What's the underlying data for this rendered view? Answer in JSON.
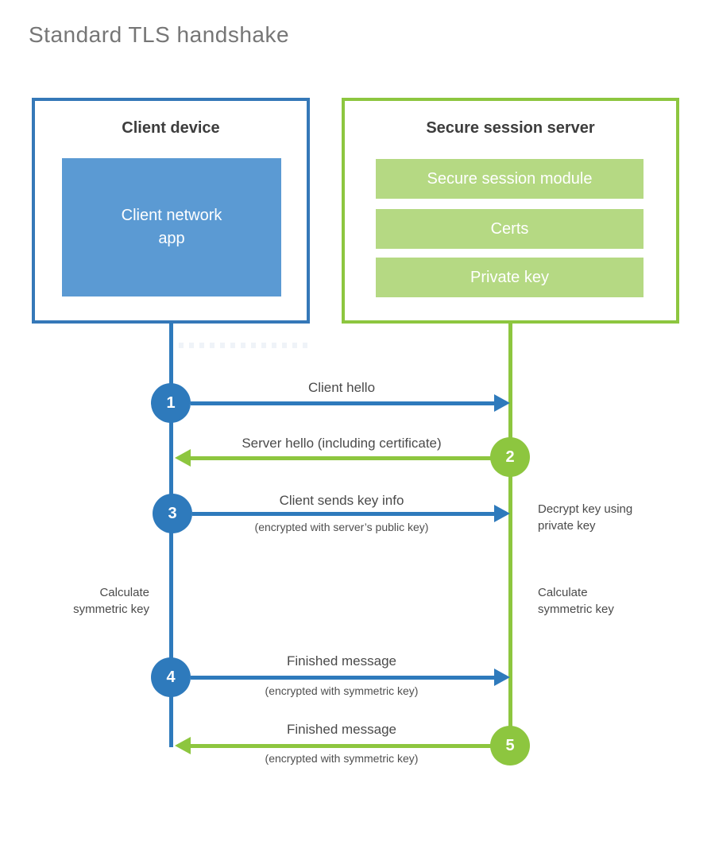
{
  "title": "Standard TLS handshake",
  "colors": {
    "client_blue": "#2e7abc",
    "client_box_border": "#3578b8",
    "client_module_fill": "#5b9ad3",
    "server_green": "#8dc63f",
    "server_module_fill": "#b5d983",
    "heading_text": "#3d3d3d",
    "label_text": "#4a4a4a",
    "title_text": "#767676"
  },
  "client": {
    "title": "Client device",
    "modules": [
      "Client network\napp"
    ]
  },
  "server": {
    "title": "Secure session server",
    "modules": [
      "Secure session module",
      "Certs",
      "Private key"
    ]
  },
  "steps": [
    {
      "num": "1",
      "from": "client",
      "to": "server",
      "label": "Client hello",
      "sublabel": ""
    },
    {
      "num": "2",
      "from": "server",
      "to": "client",
      "label": "Server hello (including certificate)",
      "sublabel": ""
    },
    {
      "num": "3",
      "from": "client",
      "to": "server",
      "label": "Client sends key info",
      "sublabel": "(encrypted with server’s public key)"
    },
    {
      "num": "4",
      "from": "client",
      "to": "server",
      "label": "Finished message",
      "sublabel": "(encrypted with symmetric key)"
    },
    {
      "num": "5",
      "from": "server",
      "to": "client",
      "label": "Finished message",
      "sublabel": "(encrypted with symmetric key)"
    }
  ],
  "side_notes": [
    {
      "side": "right",
      "text": "Decrypt key using\nprivate key"
    },
    {
      "side": "left",
      "text": "Calculate\nsymmetric key"
    },
    {
      "side": "right",
      "text": "Calculate\nsymmetric key"
    }
  ]
}
